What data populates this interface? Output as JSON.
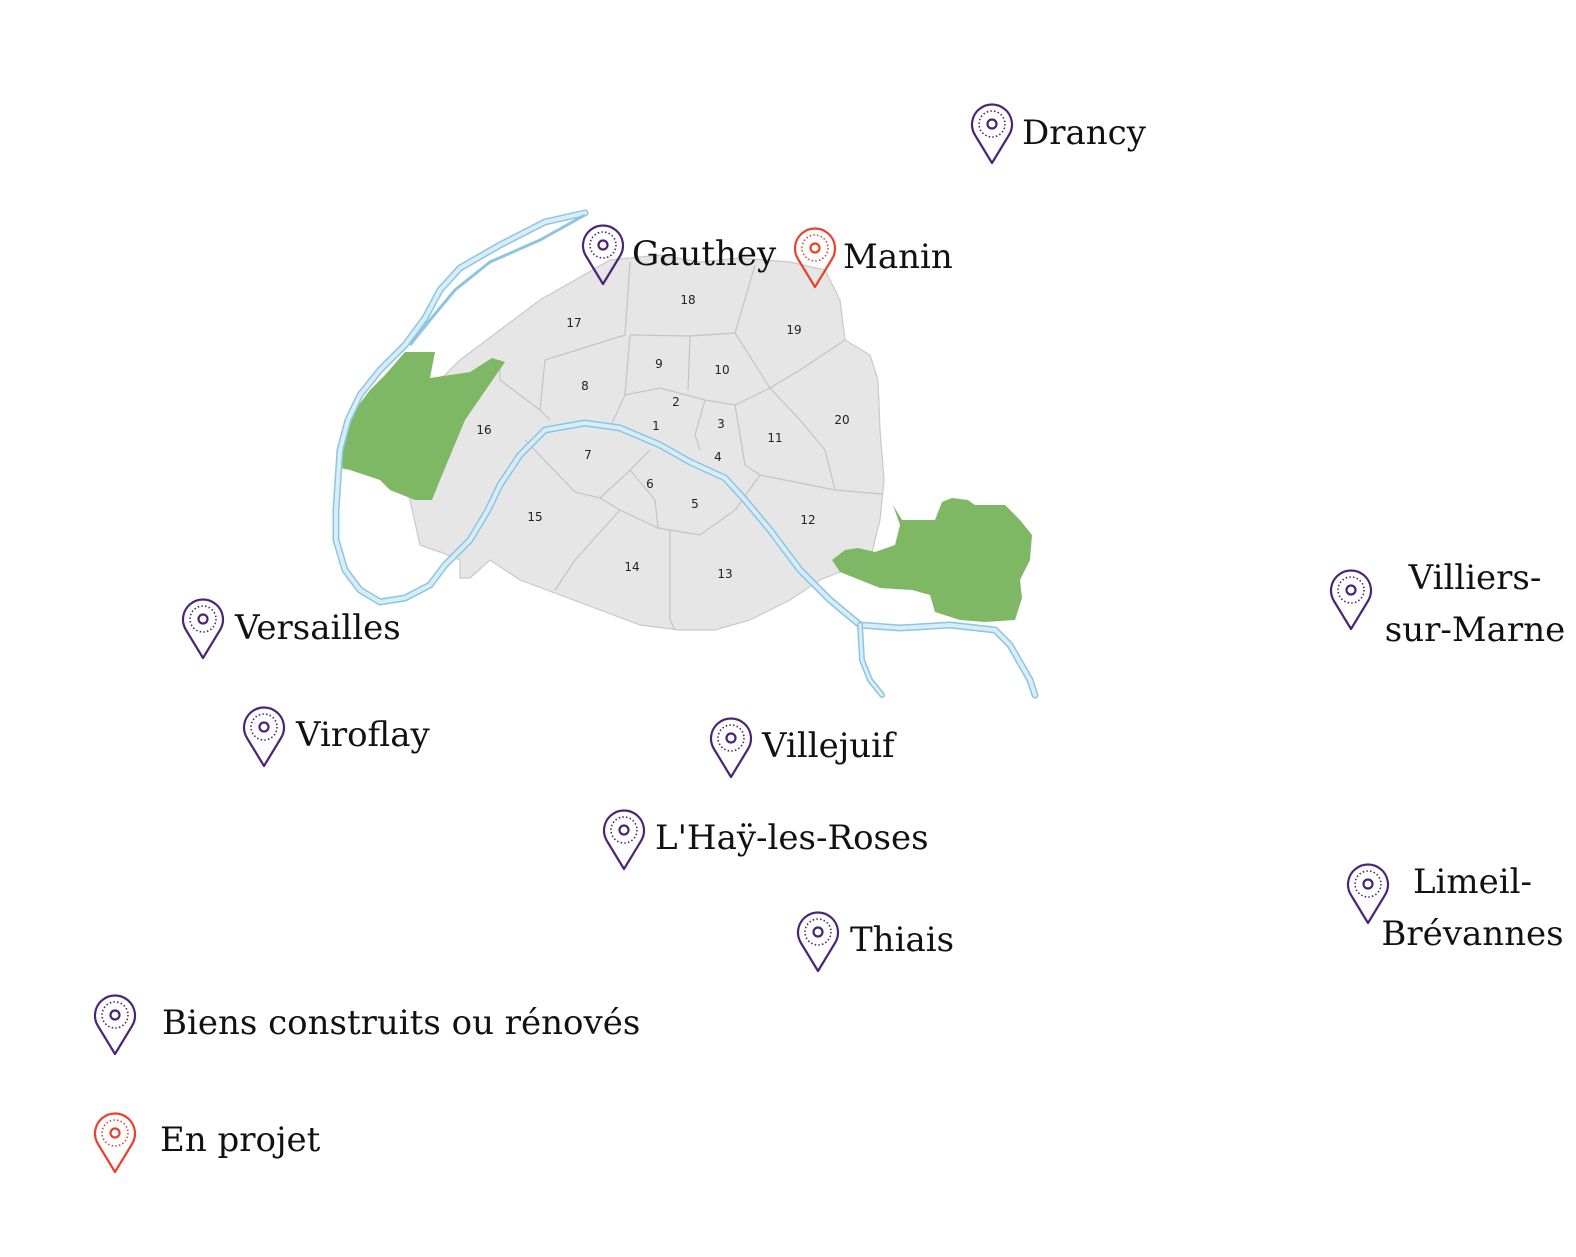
{
  "colors": {
    "built_pin": "#4b2477",
    "project_pin": "#e8412c",
    "river": "#bfe2f2",
    "river_stroke": "#8fc4df",
    "park": "#7fb865",
    "city": "#e6e6e6",
    "city_border": "#c9c9c9"
  },
  "districts": [
    "1",
    "2",
    "3",
    "4",
    "5",
    "6",
    "7",
    "8",
    "9",
    "10",
    "11",
    "12",
    "13",
    "14",
    "15",
    "16",
    "17",
    "18",
    "19",
    "20"
  ],
  "locations": {
    "drancy": {
      "name": "Drancy",
      "status": "built",
      "icon": "map-pin-icon"
    },
    "gauthey": {
      "name": "Gauthey",
      "status": "built",
      "icon": "map-pin-icon"
    },
    "manin": {
      "name": "Manin",
      "status": "project",
      "icon": "map-pin-icon"
    },
    "versailles": {
      "name": "Versailles",
      "status": "built",
      "icon": "map-pin-icon"
    },
    "viroflay": {
      "name": "Viroflay",
      "status": "built",
      "icon": "map-pin-icon"
    },
    "villejuif": {
      "name": "Villejuif",
      "status": "built",
      "icon": "map-pin-icon"
    },
    "lhay": {
      "name": "L'Haÿ-les-Roses",
      "status": "built",
      "icon": "map-pin-icon"
    },
    "thiais": {
      "name": "Thiais",
      "status": "built",
      "icon": "map-pin-icon"
    },
    "villiers": {
      "line1": "Villiers-",
      "line2": "sur-Marne",
      "status": "built",
      "icon": "map-pin-icon"
    },
    "limeil": {
      "line1": "Limeil-",
      "line2": "Brévannes",
      "status": "built",
      "icon": "map-pin-icon"
    }
  },
  "legend": {
    "built_label": "Biens construits ou rénovés",
    "project_label": "En projet"
  }
}
